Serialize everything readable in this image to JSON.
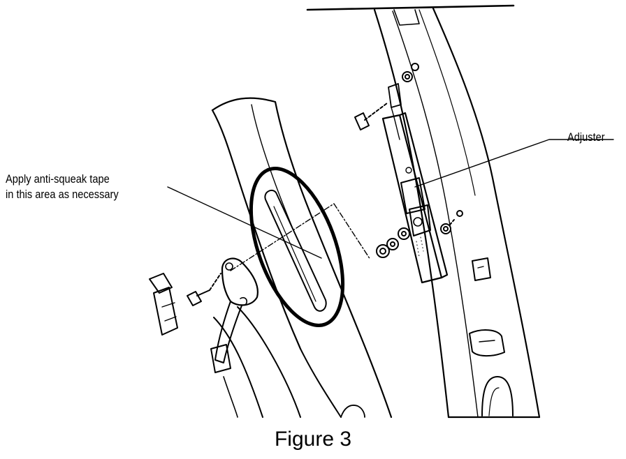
{
  "callouts": {
    "tape_line1": "Apply anti-squeak tape",
    "tape_line2": "in this area as necessary",
    "adjuster": "Adjuster"
  },
  "caption": "Figure 3",
  "colors": {
    "ink": "#000000",
    "paper": "#ffffff"
  }
}
